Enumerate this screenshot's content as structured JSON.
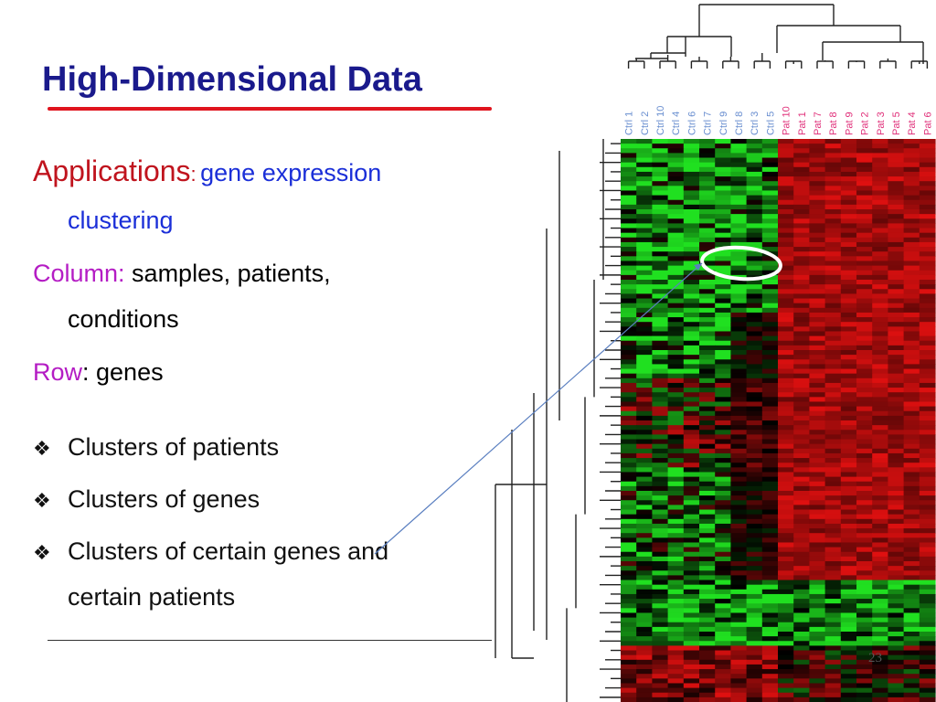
{
  "slide": {
    "title": "High-Dimensional Data",
    "page_number": "23",
    "text": {
      "applications_label": "Applications",
      "applications_colon": ":",
      "applications_value_line1": "gene expression",
      "applications_value_line2": "clustering",
      "column_label": "Column:",
      "column_value_line1": " samples, patients,",
      "column_value_line2": "conditions",
      "row_label": "Row",
      "row_value": ": genes"
    },
    "bullets": [
      "Clusters of patients",
      "Clusters of genes",
      "Clusters of certain genes and",
      "certain patients"
    ],
    "bullet_glyph": "❖"
  },
  "heatmap": {
    "column_labels": [
      "Ctrl 1",
      "Ctrl 2",
      "Ctrl 10",
      "Ctrl 4",
      "Ctrl 6",
      "Ctrl 7",
      "Ctrl 9",
      "Ctrl 8",
      "Ctrl 3",
      "Ctrl 5",
      "Pat 10",
      "Pat 1",
      "Pat 7",
      "Pat 8",
      "Pat 9",
      "Pat 2",
      "Pat 3",
      "Pat 5",
      "Pat 4",
      "Pat 6"
    ],
    "column_groups": [
      "control",
      "control",
      "control",
      "control",
      "control",
      "control",
      "control",
      "control",
      "control",
      "control",
      "patient",
      "patient",
      "patient",
      "patient",
      "patient",
      "patient",
      "patient",
      "patient",
      "patient",
      "patient"
    ],
    "colors": {
      "control_label": "#6a8fd0",
      "patient_label": "#e0307a",
      "high": "#e01010",
      "low": "#20e020",
      "neutral": "#000000",
      "annotation": "#ffffff",
      "arrow": "#5a7fc0"
    }
  }
}
